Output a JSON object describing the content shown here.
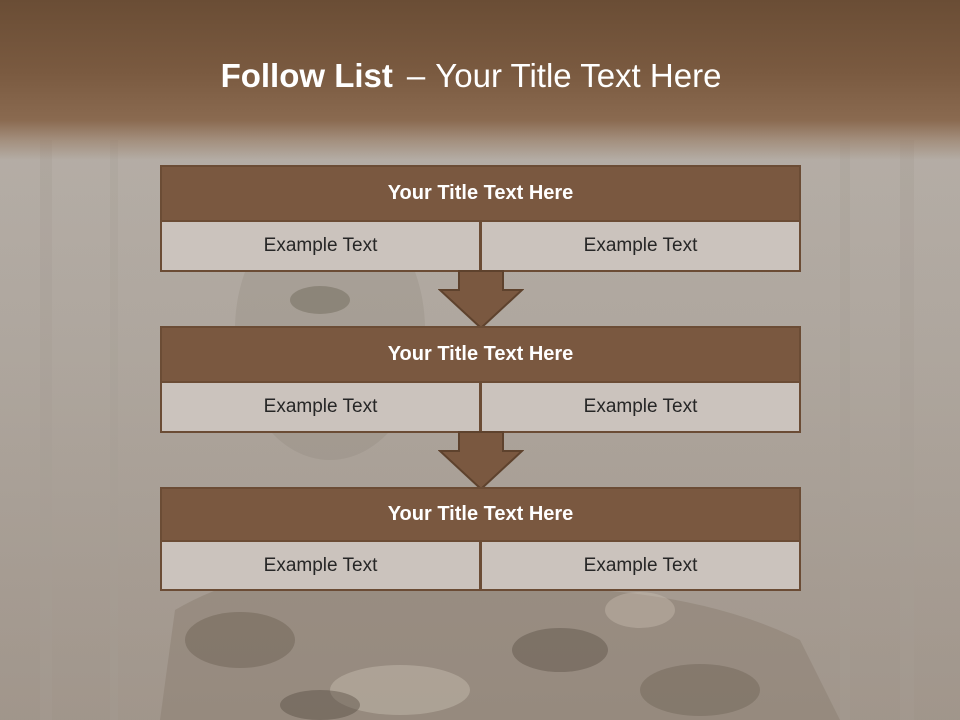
{
  "title": {
    "bold": "Follow List",
    "separator": "–",
    "rest": "Your Title Text Here"
  },
  "blocks": [
    {
      "title": "Your Title Text Here",
      "cells": [
        "Example Text",
        "Example Text"
      ]
    },
    {
      "title": "Your Title Text Here",
      "cells": [
        "Example Text",
        "Example Text"
      ]
    },
    {
      "title": "Your Title Text Here",
      "cells": [
        "Example Text",
        "Example Text"
      ]
    }
  ],
  "colors": {
    "header": "#7a5840",
    "cell": "#cbc3bd",
    "border": "#6b4c35",
    "arrow": "#7a5840"
  }
}
